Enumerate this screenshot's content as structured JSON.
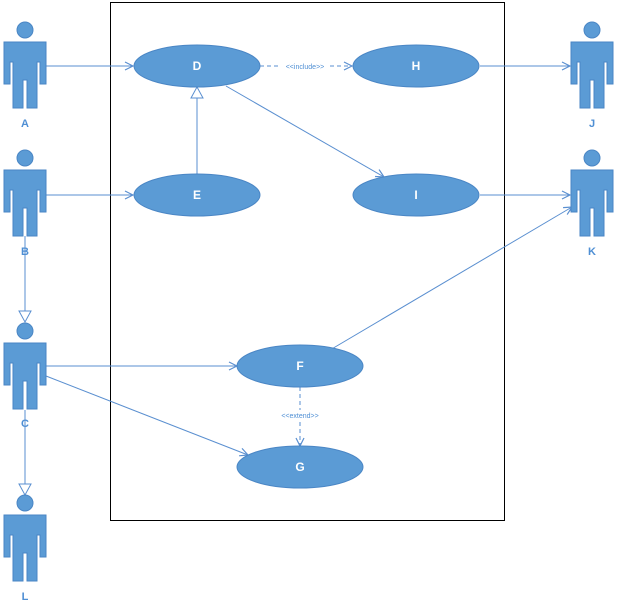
{
  "colors": {
    "fill": "#5b9bd5",
    "stroke": "#4a86c5",
    "line": "#5a8fd0",
    "label": "#4f8fd4",
    "boundary": "#000000"
  },
  "actors": {
    "a": {
      "name": "A",
      "icon": "person-icon"
    },
    "b": {
      "name": "B",
      "icon": "person-icon"
    },
    "c": {
      "name": "C",
      "icon": "person-icon"
    },
    "l": {
      "name": "L",
      "icon": "person-icon"
    },
    "j": {
      "name": "J",
      "icon": "person-icon"
    },
    "k": {
      "name": "K",
      "icon": "person-icon"
    }
  },
  "usecases": {
    "d": "D",
    "e": "E",
    "f": "F",
    "g": "G",
    "h": "H",
    "i": "I"
  },
  "stereotypes": {
    "include": "<<include>>",
    "extend": "<<extend>>"
  }
}
